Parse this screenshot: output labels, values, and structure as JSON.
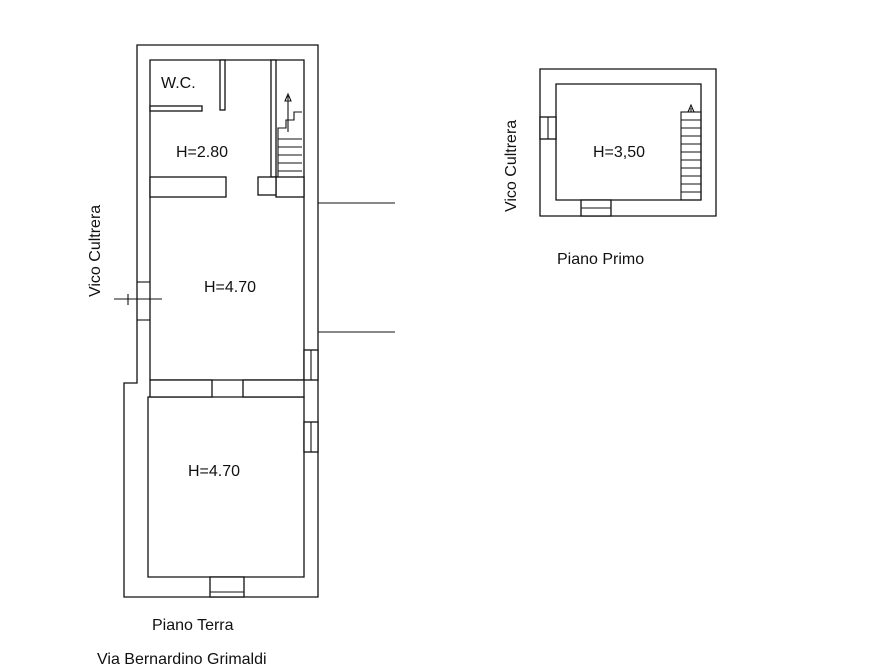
{
  "ground_floor": {
    "title": "Piano Terra",
    "street_bottom": "Via Bernardino Grimaldi",
    "street_side": "Vico Cultrera",
    "rooms": [
      {
        "id": "wc",
        "label": "W.C."
      },
      {
        "id": "back",
        "label": "H=2.80"
      },
      {
        "id": "middle",
        "label": "H=4.70"
      },
      {
        "id": "front",
        "label": "H=4.70"
      }
    ]
  },
  "first_floor": {
    "title": "Piano Primo",
    "street_side": "Vico Cultrera",
    "rooms": [
      {
        "id": "main",
        "label": "H=3,50"
      }
    ]
  },
  "colors": {
    "line": "#111111",
    "background": "#ffffff"
  }
}
